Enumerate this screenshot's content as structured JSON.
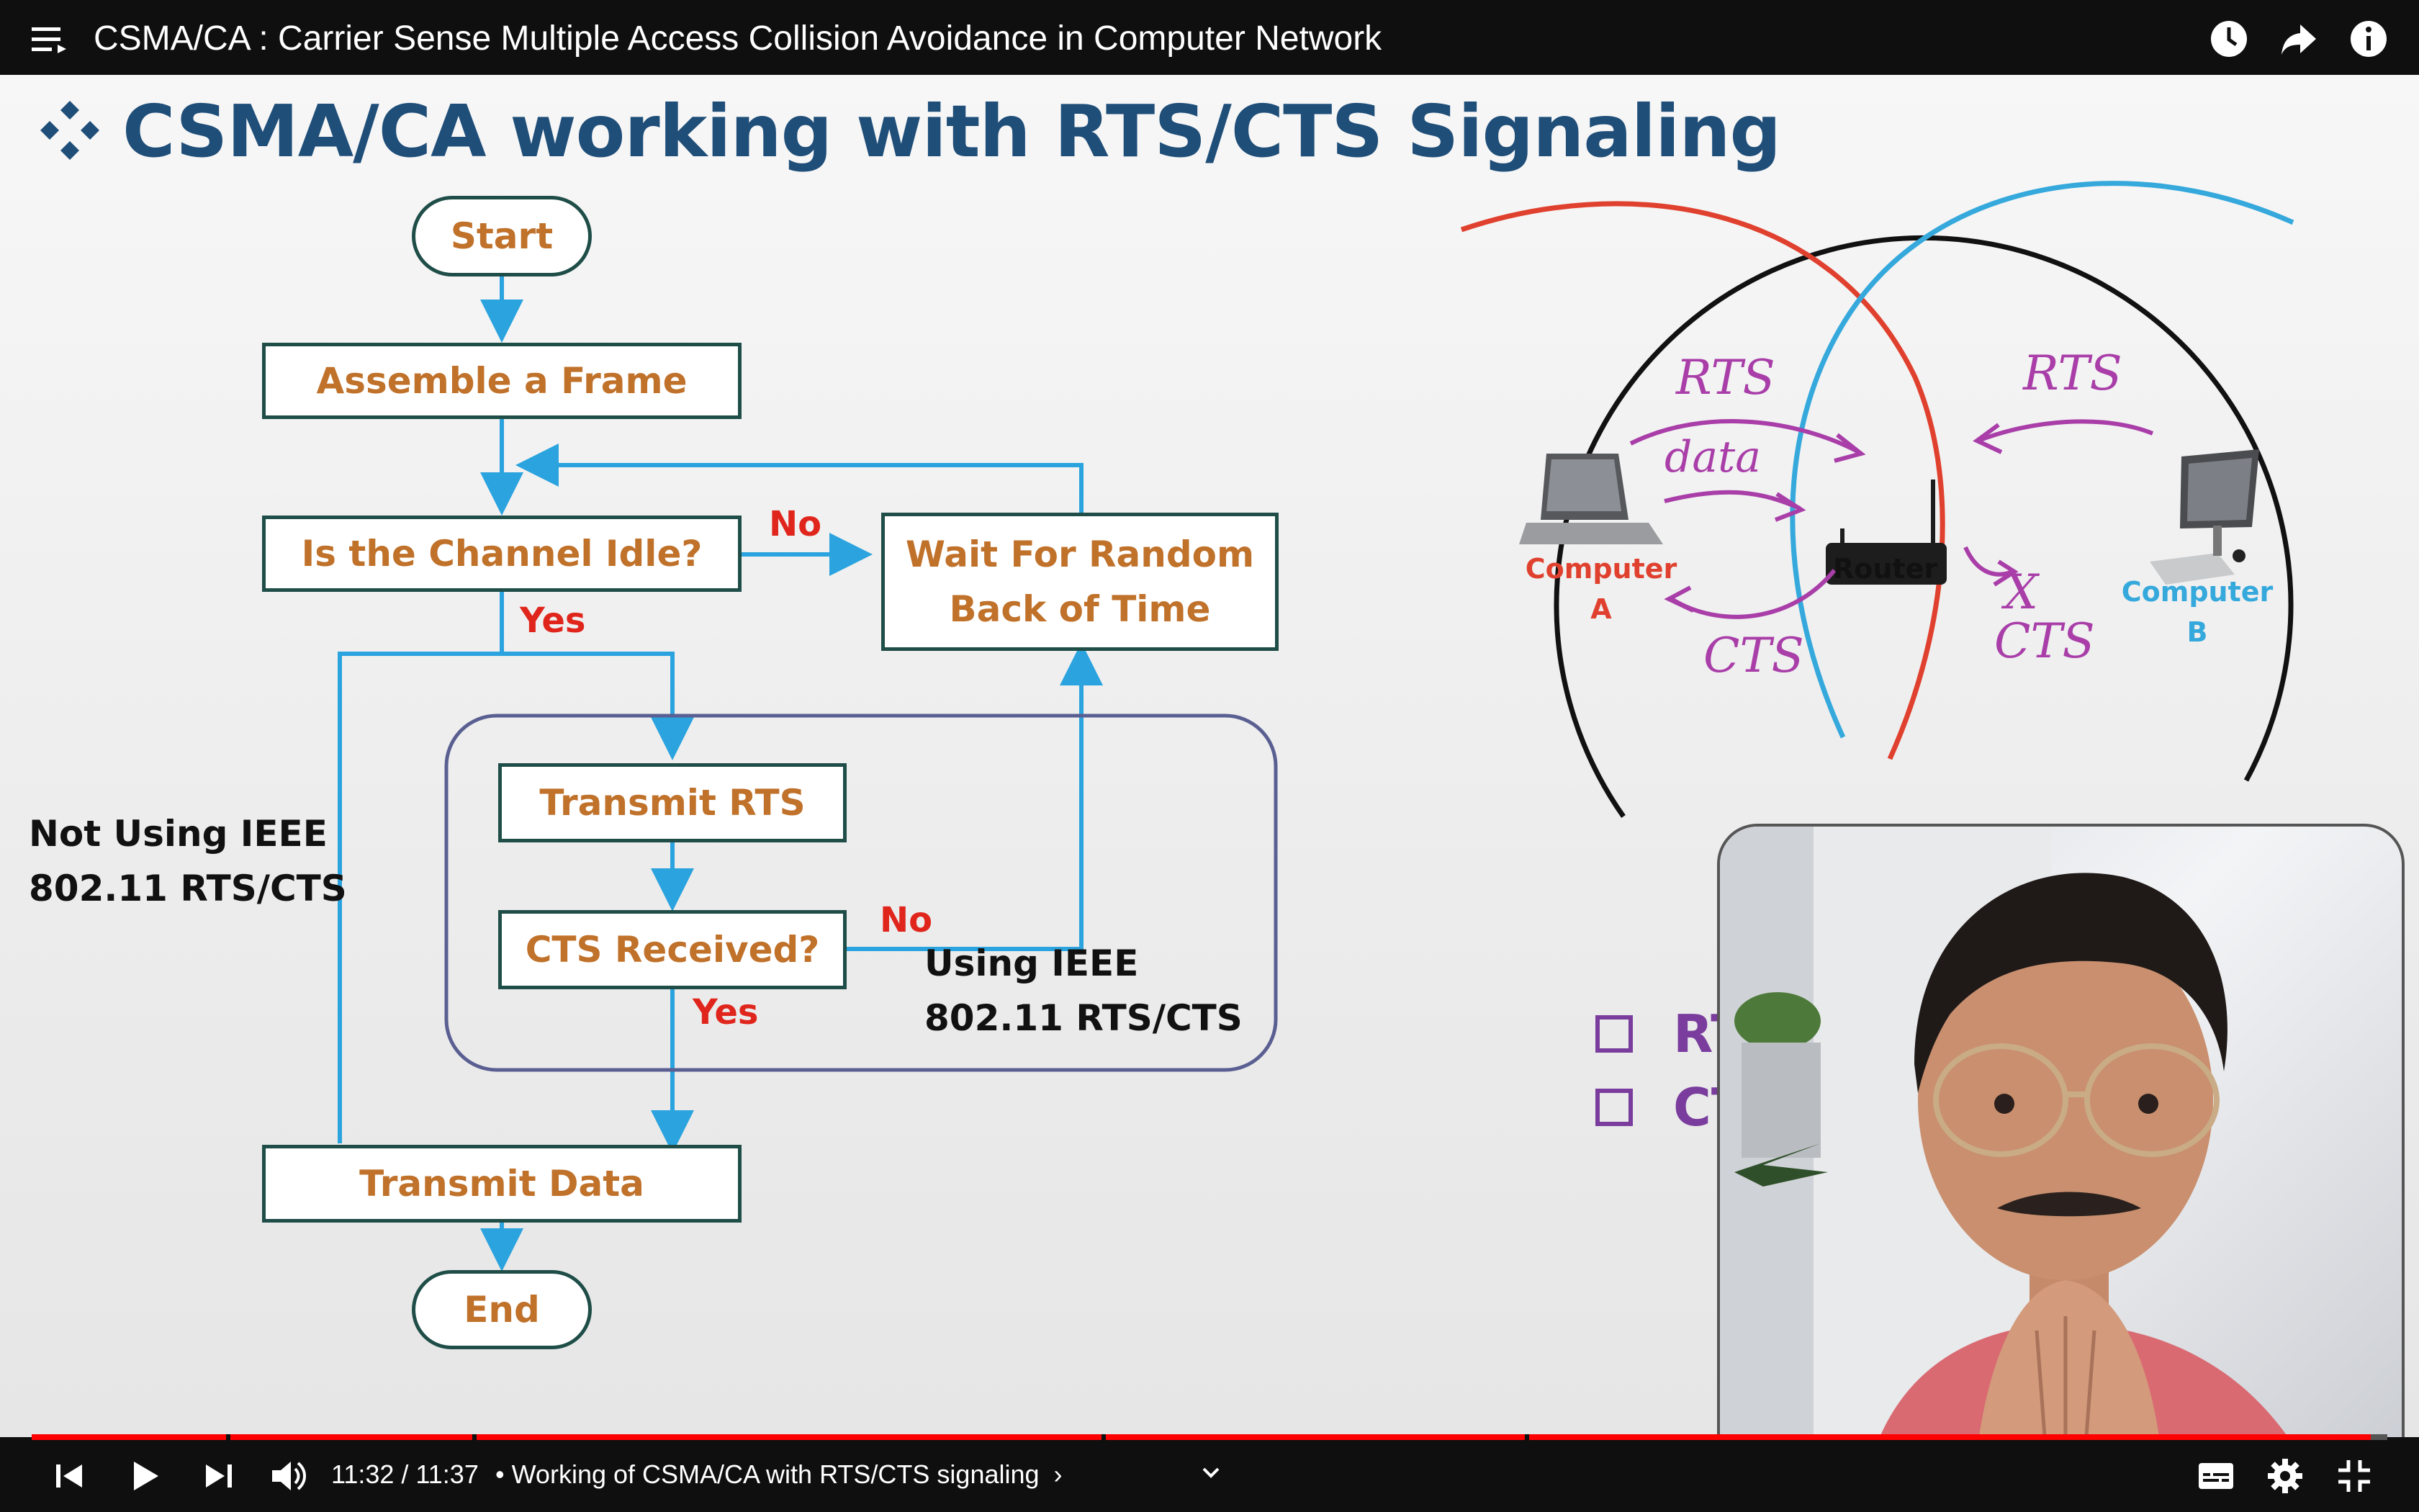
{
  "video": {
    "title": "CSMA/CA : Carrier Sense Multiple Access Collision Avoidance in Computer Network",
    "top_icons": [
      "menu-icon",
      "watch-later-icon",
      "share-icon",
      "info-icon"
    ]
  },
  "slide": {
    "heading": "CSMA/CA working with RTS/CTS Signaling",
    "flowchart": {
      "start": "Start",
      "assemble": "Assemble a Frame",
      "channel_idle": "Is the Channel Idle?",
      "no_1": "No",
      "wait_line1": "Wait For Random",
      "wait_line2": "Back of Time",
      "yes_1": "Yes",
      "transmit_rts": "Transmit RTS",
      "cts_received": "CTS Received?",
      "no_2": "No",
      "yes_2": "Yes",
      "using_line1": "Using IEEE",
      "using_line2": "802.11 RTS/CTS",
      "not_using_line1": "Not Using IEEE",
      "not_using_line2": "802.11 RTS/CTS",
      "transmit_data": "Transmit Data",
      "end": "End"
    },
    "diagram": {
      "computer_a_line1": "Computer",
      "computer_a_line2": "A",
      "router": "Router",
      "computer_b_line1": "Computer",
      "computer_b_line2": "B",
      "rts_left": "RTS",
      "data": "data",
      "cts_left": "CTS",
      "rts_right": "RTS",
      "x_mark": "X",
      "cts_right": "CTS"
    },
    "partial_list": [
      "RT",
      "CT"
    ],
    "colors": {
      "heading": "#1f4e79",
      "arrow": "#2aa3df",
      "box_text": "#c0712a",
      "red": "#e0261c",
      "handwriting": "#a93ea9",
      "circle_red": "#e0402e",
      "circle_blue": "#35a8dc"
    }
  },
  "controls": {
    "time": "11:32 / 11:37",
    "chapter": "• Working of CSMA/CA with RTS/CTS signaling",
    "chapter_arrow": "›",
    "progress": 0.993,
    "icons": [
      "previous-icon",
      "play-icon",
      "next-icon",
      "volume-icon",
      "chevron-down-icon",
      "captions-icon",
      "settings-icon",
      "exit-fullscreen-icon"
    ]
  }
}
